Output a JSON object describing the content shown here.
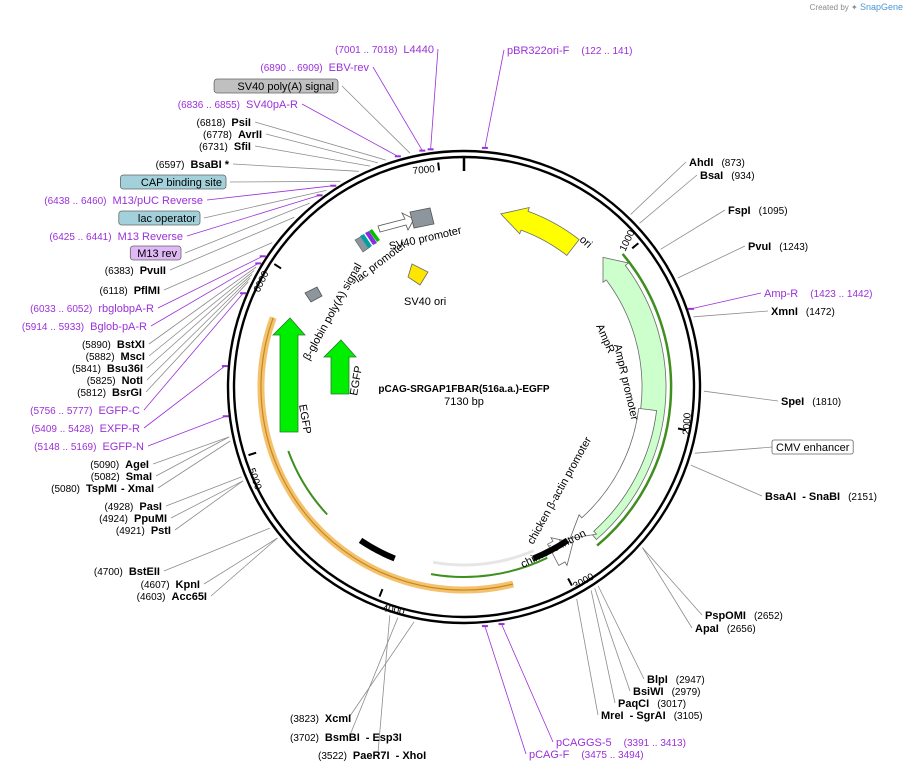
{
  "credit": {
    "prefix": "Created by",
    "brand": "SnapGene"
  },
  "plasmid": {
    "name": "pCAG-SRGAP1FBAR(516a.a.)-EGFP",
    "length": "7130 bp"
  },
  "ticks": [
    "1000",
    "2000",
    "3000",
    "4000",
    "5000",
    "6000",
    "7000"
  ],
  "features": {
    "ori": "ori",
    "ampr": "AmpR",
    "ampr_promoter": "AmpR promoter",
    "chicken_promoter": "chicken β-actin promoter",
    "chimeric_intron": "chimeric intron",
    "egfp1": "EGFP",
    "egfp2": "EGFP",
    "globin_polya": "β-globin poly(A) signal",
    "sv40_promoter": "SV40 promoter",
    "lac_promoter": "lac promoter",
    "sv40_ori": "SV40 ori"
  },
  "left_labels": [
    {
      "kind": "primer",
      "pos": "(7001 .. 7018)",
      "name": "L4440"
    },
    {
      "kind": "primer",
      "pos": "(6890 .. 6909)",
      "name": "EBV-rev"
    },
    {
      "kind": "box",
      "name": "SV40 poly(A) signal"
    },
    {
      "kind": "primer",
      "pos": "(6836 .. 6855)",
      "name": "SV40pA-R"
    },
    {
      "kind": "enzyme",
      "pos": "(6818)",
      "name": "PsiI"
    },
    {
      "kind": "enzyme",
      "pos": "(6778)",
      "name": "AvrII"
    },
    {
      "kind": "enzyme",
      "pos": "(6731)",
      "name": "SfiI"
    },
    {
      "kind": "enzyme",
      "pos": "(6597)",
      "name": "BsaBI *"
    },
    {
      "kind": "box",
      "name": "CAP binding site"
    },
    {
      "kind": "primer",
      "pos": "(6438 .. 6460)",
      "name": "M13/pUC Reverse"
    },
    {
      "kind": "box",
      "name": "lac operator"
    },
    {
      "kind": "primer",
      "pos": "(6425 .. 6441)",
      "name": "M13 Reverse"
    },
    {
      "kind": "box",
      "name": "M13 rev"
    },
    {
      "kind": "enzyme",
      "pos": "(6383)",
      "name": "PvuII"
    },
    {
      "kind": "enzyme",
      "pos": "(6118)",
      "name": "PflMI"
    },
    {
      "kind": "primer",
      "pos": "(6033 .. 6052)",
      "name": "rbglobpA-R"
    },
    {
      "kind": "primer",
      "pos": "(5914 .. 5933)",
      "name": "Bglob-pA-R"
    },
    {
      "kind": "enzyme",
      "pos": "(5890)",
      "name": "BstXI"
    },
    {
      "kind": "enzyme",
      "pos": "(5882)",
      "name": "MscI"
    },
    {
      "kind": "enzyme",
      "pos": "(5841)",
      "name": "Bsu36I"
    },
    {
      "kind": "enzyme",
      "pos": "(5825)",
      "name": "NotI"
    },
    {
      "kind": "enzyme",
      "pos": "(5812)",
      "name": "BsrGI"
    },
    {
      "kind": "primer",
      "pos": "(5756 .. 5777)",
      "name": "EGFP-C"
    },
    {
      "kind": "primer",
      "pos": "(5409 .. 5428)",
      "name": "EXFP-R"
    },
    {
      "kind": "primer",
      "pos": "(5148 .. 5169)",
      "name": "EGFP-N"
    },
    {
      "kind": "enzyme",
      "pos": "(5090)",
      "name": "AgeI"
    },
    {
      "kind": "enzyme",
      "pos": "(5082)",
      "name": "SmaI"
    },
    {
      "kind": "enzyme",
      "pos": "(5080)",
      "name": "TspMI",
      "suffix": "- XmaI"
    },
    {
      "kind": "enzyme",
      "pos": "(4928)",
      "name": "PasI"
    },
    {
      "kind": "enzyme",
      "pos": "(4924)",
      "name": "PpuMI"
    },
    {
      "kind": "enzyme",
      "pos": "(4921)",
      "name": "PstI"
    },
    {
      "kind": "enzyme",
      "pos": "(4700)",
      "name": "BstEII"
    },
    {
      "kind": "enzyme",
      "pos": "(4607)",
      "name": "KpnI"
    },
    {
      "kind": "enzyme",
      "pos": "(4603)",
      "name": "Acc65I"
    }
  ],
  "right_labels": [
    {
      "kind": "primer",
      "name": "pBR322ori-F",
      "pos": "(122 .. 141)"
    },
    {
      "kind": "enzyme",
      "name": "AhdI",
      "pos": "(873)"
    },
    {
      "kind": "enzyme",
      "name": "BsaI",
      "pos": "(934)"
    },
    {
      "kind": "enzyme",
      "name": "FspI",
      "pos": "(1095)"
    },
    {
      "kind": "enzyme",
      "name": "PvuI",
      "pos": "(1243)"
    },
    {
      "kind": "primer",
      "name": "Amp-R",
      "pos": "(1423 .. 1442)"
    },
    {
      "kind": "enzyme",
      "name": "XmnI",
      "pos": "(1472)"
    },
    {
      "kind": "enzyme",
      "name": "SpeI",
      "pos": "(1810)"
    },
    {
      "kind": "box",
      "name": "CMV enhancer"
    },
    {
      "kind": "enzyme",
      "name": "BsaAI",
      "suffix": "- SnaBI",
      "pos": "(2151)"
    },
    {
      "kind": "enzyme",
      "name": "PspOMI",
      "pos": "(2652)"
    },
    {
      "kind": "enzyme",
      "name": "ApaI",
      "pos": "(2656)"
    },
    {
      "kind": "enzyme",
      "name": "BlpI",
      "pos": "(2947)"
    },
    {
      "kind": "enzyme",
      "name": "BsiWI",
      "pos": "(2979)"
    },
    {
      "kind": "enzyme",
      "name": "PaqCI",
      "pos": "(3017)"
    },
    {
      "kind": "enzyme",
      "name": "MreI",
      "suffix": "- SgrAI",
      "pos": "(3105)"
    },
    {
      "kind": "primer",
      "name": "pCAGGS-5",
      "pos": "(3391 .. 3413)"
    },
    {
      "kind": "primer",
      "name": "pCAG-F",
      "pos": "(3475 .. 3494)"
    }
  ],
  "bottom_labels": [
    {
      "kind": "enzyme",
      "pos": "(3823)",
      "name": "XcmI"
    },
    {
      "kind": "enzyme",
      "pos": "(3702)",
      "name": "BsmBI",
      "suffix": "- Esp3I"
    },
    {
      "kind": "enzyme",
      "pos": "(3522)",
      "name": "PaeR7I",
      "suffix": "- XhoI"
    }
  ],
  "colors": {
    "ring": "#000000",
    "ori": "#ffff00",
    "ampr": "#ccffcc",
    "egfp": "#00ee00",
    "orf_highlight": "#f5c16c",
    "primer": "#9b30d9",
    "box_gray": "#c0c0c0",
    "box_blue": "#a3d1db",
    "box_violet": "#e0b8f5",
    "green_arc": "#3f8f1f",
    "connector": "#8c8c8c"
  }
}
